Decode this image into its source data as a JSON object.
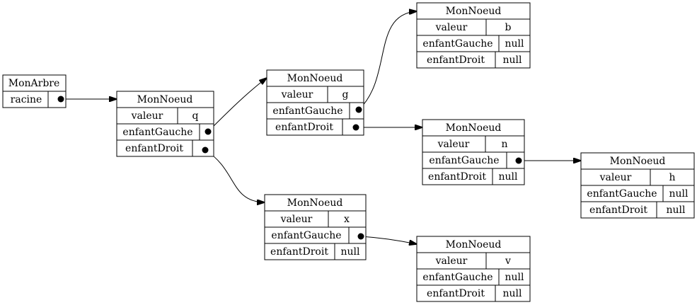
{
  "tree": {
    "title": "MonArbre",
    "fields": [
      {
        "label": "racine",
        "value": ""
      }
    ]
  },
  "nodes": [
    {
      "id": "q",
      "title": "MonNoeud",
      "fields": [
        {
          "label": "valeur",
          "value": "q"
        },
        {
          "label": "enfantGauche",
          "value": ""
        },
        {
          "label": "enfantDroit",
          "value": ""
        }
      ]
    },
    {
      "id": "g",
      "title": "MonNoeud",
      "fields": [
        {
          "label": "valeur",
          "value": "g"
        },
        {
          "label": "enfantGauche",
          "value": ""
        },
        {
          "label": "enfantDroit",
          "value": ""
        }
      ]
    },
    {
      "id": "x",
      "title": "MonNoeud",
      "fields": [
        {
          "label": "valeur",
          "value": "x"
        },
        {
          "label": "enfantGauche",
          "value": ""
        },
        {
          "label": "enfantDroit",
          "value": "null"
        }
      ]
    },
    {
      "id": "b",
      "title": "MonNoeud",
      "fields": [
        {
          "label": "valeur",
          "value": "b"
        },
        {
          "label": "enfantGauche",
          "value": "null"
        },
        {
          "label": "enfantDroit",
          "value": "null"
        }
      ]
    },
    {
      "id": "n",
      "title": "MonNoeud",
      "fields": [
        {
          "label": "valeur",
          "value": "n"
        },
        {
          "label": "enfantGauche",
          "value": ""
        },
        {
          "label": "enfantDroit",
          "value": "null"
        }
      ]
    },
    {
      "id": "v",
      "title": "MonNoeud",
      "fields": [
        {
          "label": "valeur",
          "value": "v"
        },
        {
          "label": "enfantGauche",
          "value": "null"
        },
        {
          "label": "enfantDroit",
          "value": "null"
        }
      ]
    },
    {
      "id": "h",
      "title": "MonNoeud",
      "fields": [
        {
          "label": "valeur",
          "value": "h"
        },
        {
          "label": "enfantGauche",
          "value": "null"
        },
        {
          "label": "enfantDroit",
          "value": "null"
        }
      ]
    }
  ],
  "edges": [
    {
      "from": "tree",
      "field": "racine",
      "to": "q"
    },
    {
      "from": "q",
      "field": "enfantGauche",
      "to": "g"
    },
    {
      "from": "q",
      "field": "enfantDroit",
      "to": "x"
    },
    {
      "from": "g",
      "field": "enfantGauche",
      "to": "b"
    },
    {
      "from": "g",
      "field": "enfantDroit",
      "to": "n"
    },
    {
      "from": "x",
      "field": "enfantGauche",
      "to": "v"
    },
    {
      "from": "n",
      "field": "enfantGauche",
      "to": "h"
    }
  ]
}
